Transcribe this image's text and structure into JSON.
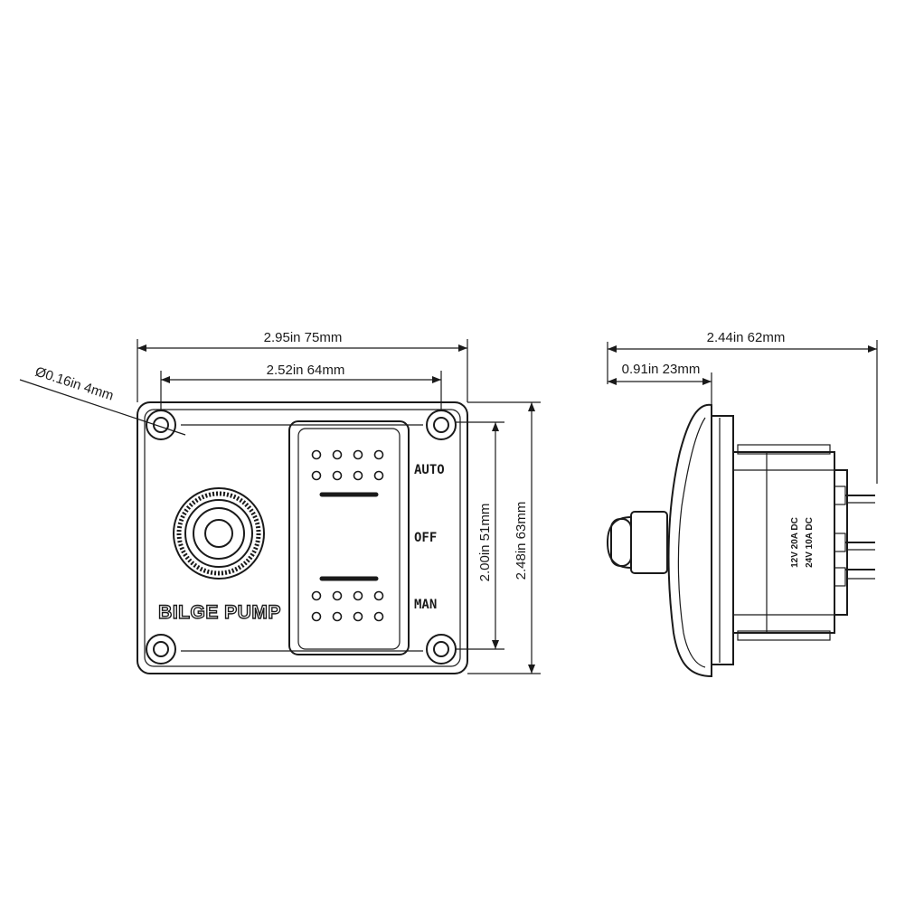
{
  "front_view": {
    "overall_width": "2.95in 75mm",
    "hole_spacing": "2.52in 64mm",
    "hole_diameter": "Ø0.16in 4mm",
    "hole_spacing_vertical": "2.00in 51mm",
    "overall_height": "2.48in 63mm",
    "positions": [
      "AUTO",
      "OFF",
      "MAN"
    ],
    "brand": "BILGE PUMP"
  },
  "side_view": {
    "overall_depth": "2.44in 62mm",
    "front_depth": "0.91in 23mm",
    "rating_line_1": "12V 20A DC",
    "rating_line_2": "24V 10A DC"
  },
  "colors": {
    "line": "#1a1a1a",
    "background": "#ffffff"
  }
}
